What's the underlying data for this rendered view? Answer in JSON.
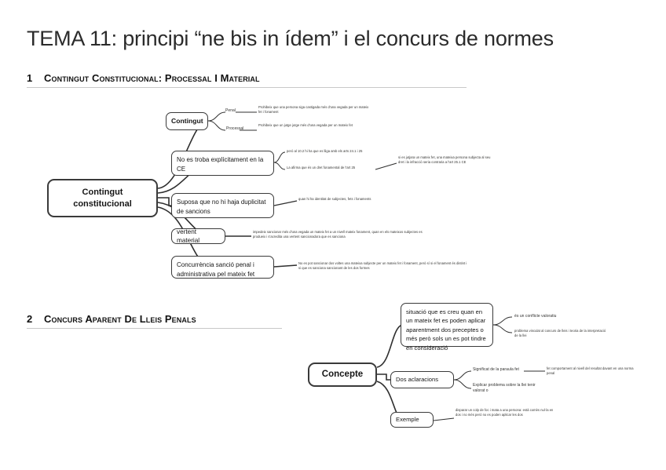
{
  "document": {
    "title": "TEMA 11: principi “ne bis in ídem” i el concurs de normes"
  },
  "sections": [
    {
      "number": "1",
      "heading": "Contingut constitucional: processal i material"
    },
    {
      "number": "2",
      "heading": "Concurs aparent de lleis penals"
    }
  ],
  "map1": {
    "root": "Contingut constitucional",
    "branches": [
      {
        "label": "Contingut",
        "sub": [
          {
            "label": "Penal",
            "note": "Prohibeix que una persona siga castigada més d'una vegada per un mateix fet i fonament"
          },
          {
            "label": "Processal",
            "note": "Prohibeix que un jutge jutge més d'una vegada per un mateix fet"
          }
        ]
      },
      {
        "label": "No es troba explícitament en la CE",
        "notes": [
          "però al 10.2 hi ha que es lliga amb els arts 24.1 i 25",
          "La afirma que és un dret fonamental de l'art 25"
        ],
        "deep": "si es jutjara un mateix fet, una mateixa persona subjecta al seu dret i la infracció seria contraria a l'art 25.1 CE"
      },
      {
        "label": "Suposa que no hi haja duplicitat de sancions",
        "note": "quan hi ha identitat de subjectes, fets i fonaments"
      },
      {
        "label": "vertent material",
        "note": "impedeix sancionar més d'una vegada un mateix fet a un nivell mateix fonament, quan en els mateixos subjectes es produeix i s'acredita una vertent sancionadora que es sanciona"
      },
      {
        "label": "Concurrència sanció penal i administrativa pel mateix fet",
        "note": "No es pot sancionar dos voltes una mateixa subjecte per un mateix fet i fonament, però sí si el fonament és distint i si que es sanciona sancionant de les dos formes"
      }
    ]
  },
  "map2": {
    "root": "Concepte",
    "branches": [
      {
        "label": "situació que es creu quan en un mateix fet es poden aplicar aparentment dos preceptes o més però sols un es pot tindre en consideració",
        "notes": [
          "és un conflicte valoratiu",
          "problema vinculat al concurs de lleis i teoria de la interpretació de la llei"
        ]
      },
      {
        "label": "Dos aclaracions",
        "sub": [
          {
            "label": "Significat de la paraula fet",
            "note": "fet comportament al nivell del resultat davant en una norma penal"
          },
          {
            "label": "Explicar problema sobre la llei tenir valorat o"
          }
        ]
      },
      {
        "label": "Exemple",
        "note": "disparar un colp de foc i mata a una persona: està comès nul·la en dos i no més però no es poden aplicar les dos"
      }
    ]
  }
}
